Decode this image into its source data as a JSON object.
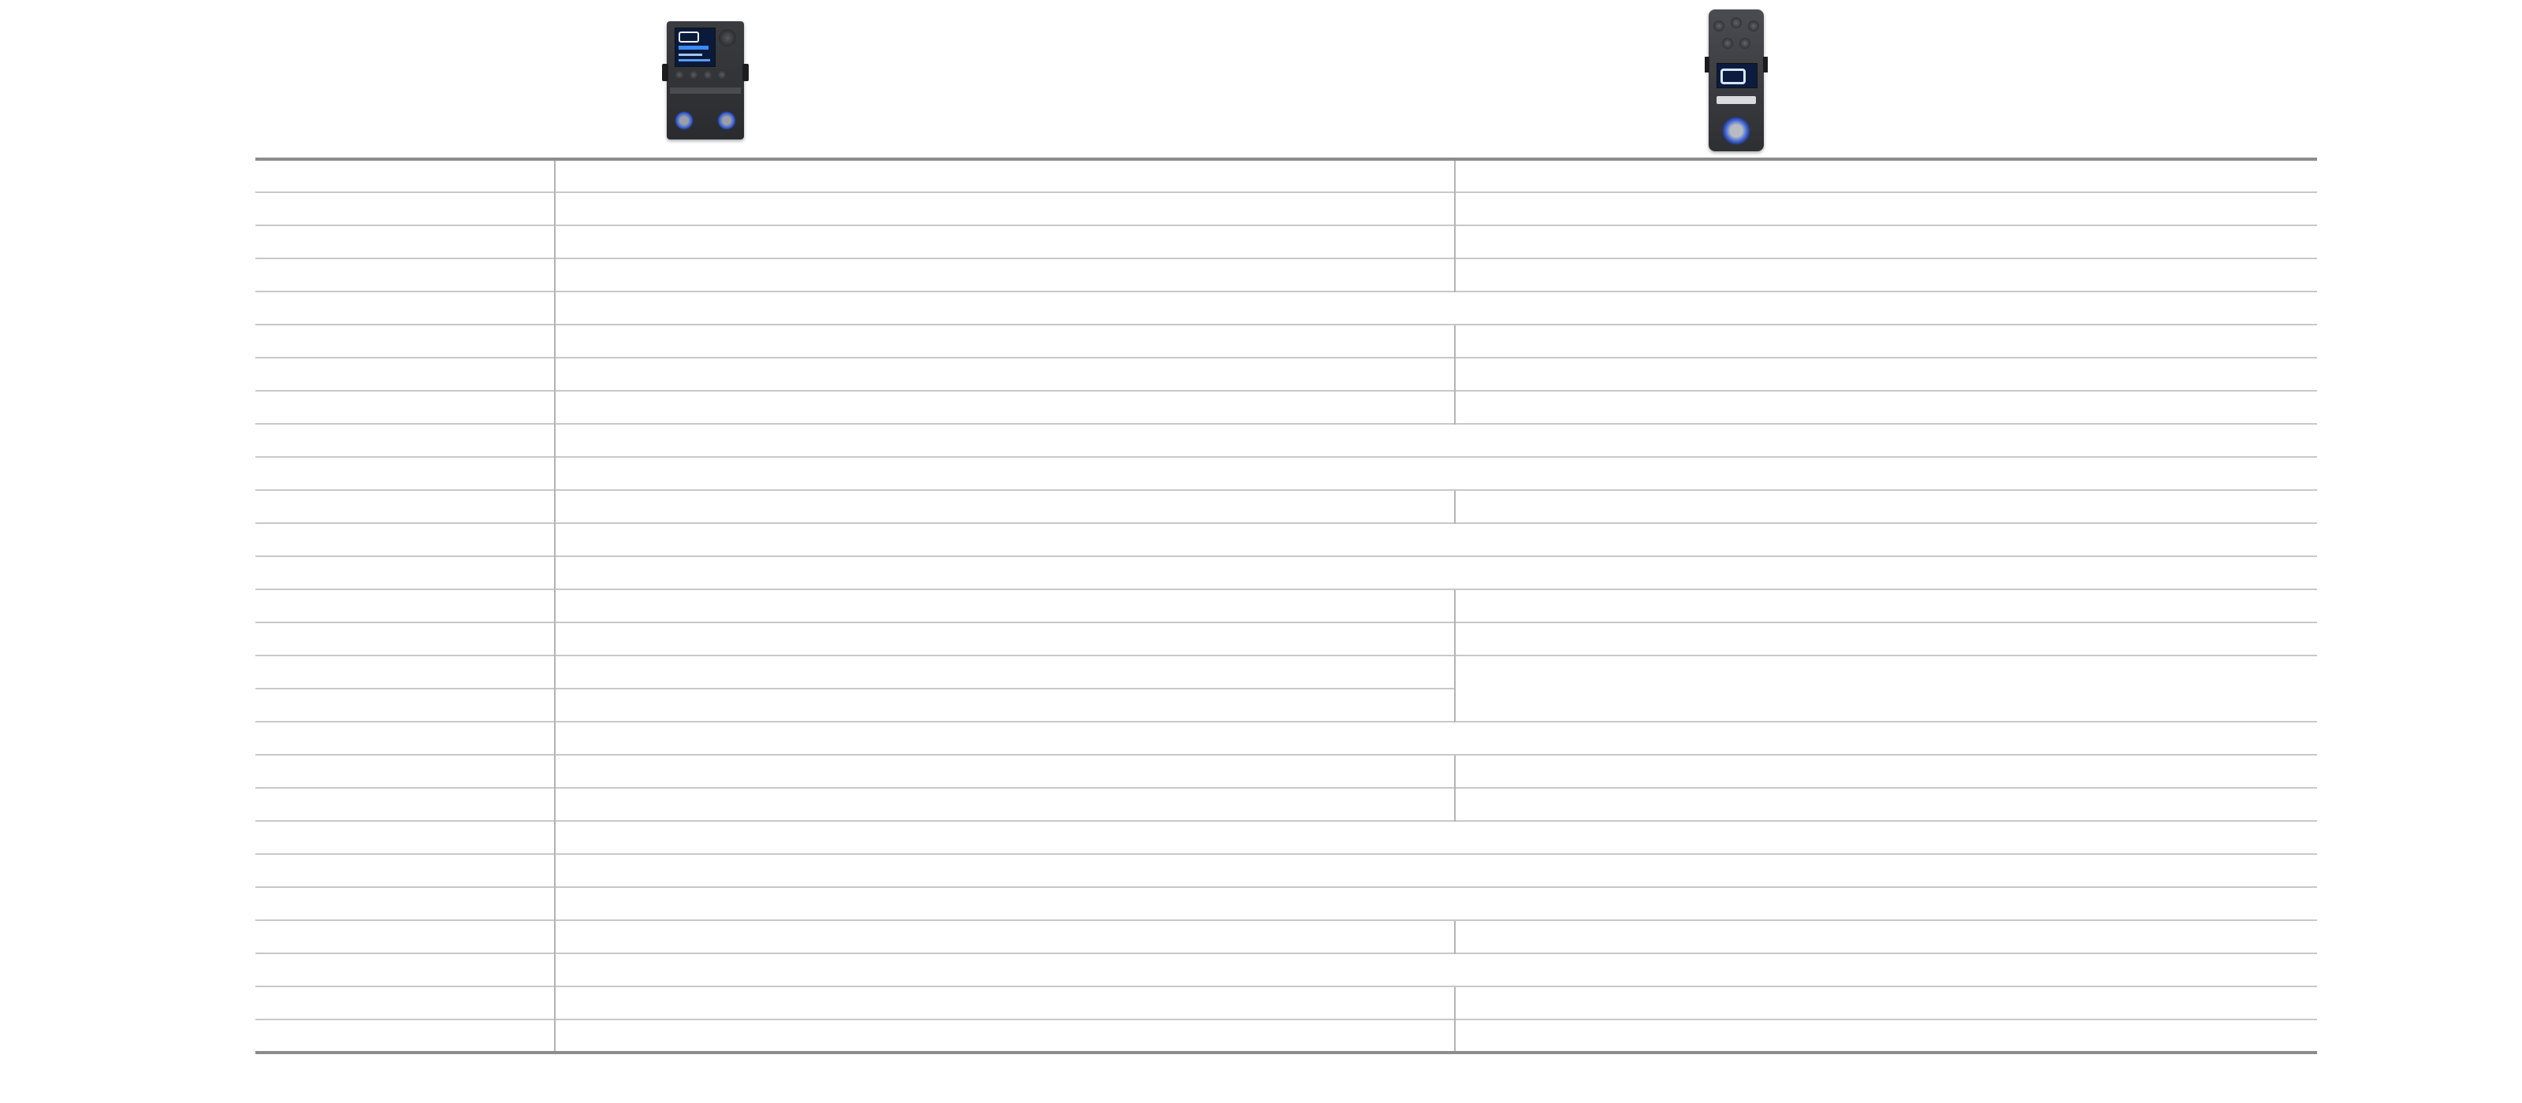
{
  "products": [
    {
      "icon": "pedal-stereo-icon",
      "name": ""
    },
    {
      "icon": "pedal-mini-icon",
      "name": ""
    }
  ],
  "spec_table": {
    "rows": [
      {
        "label": "",
        "type": "split",
        "a": "",
        "b": ""
      },
      {
        "label": "",
        "type": "split",
        "a": "",
        "b": ""
      },
      {
        "label": "",
        "type": "split",
        "a": "",
        "b": ""
      },
      {
        "label": "",
        "type": "split",
        "a": "",
        "b": ""
      },
      {
        "label": "",
        "type": "span",
        "value": ""
      },
      {
        "label": "",
        "type": "split",
        "a": "",
        "b": ""
      },
      {
        "label": "",
        "type": "split",
        "a": "",
        "b": ""
      },
      {
        "label": "",
        "type": "split",
        "a": "",
        "b": ""
      },
      {
        "label": "",
        "type": "span",
        "value": ""
      },
      {
        "label": "",
        "type": "span",
        "value": ""
      },
      {
        "label": "",
        "type": "split",
        "a": "",
        "b": ""
      },
      {
        "label": "",
        "type": "span",
        "value": ""
      },
      {
        "label": "",
        "type": "span",
        "value": ""
      },
      {
        "label": "",
        "type": "split",
        "a": "",
        "b": ""
      },
      {
        "label": "",
        "type": "split",
        "a": "",
        "b": ""
      },
      {
        "label": "",
        "type": "split-b-rowspan2",
        "a": "",
        "b": ""
      },
      {
        "label": "",
        "type": "a-only",
        "a": ""
      },
      {
        "label": "",
        "type": "span",
        "value": ""
      },
      {
        "label": "",
        "type": "split",
        "a": "",
        "b": ""
      },
      {
        "label": "",
        "type": "split",
        "a": "",
        "b": ""
      },
      {
        "label": "",
        "type": "span",
        "value": ""
      },
      {
        "label": "",
        "type": "span",
        "value": ""
      },
      {
        "label": "",
        "type": "span",
        "value": ""
      },
      {
        "label": "",
        "type": "split",
        "a": "",
        "b": ""
      },
      {
        "label": "",
        "type": "span",
        "value": ""
      },
      {
        "label": "",
        "type": "split",
        "a": "",
        "b": ""
      },
      {
        "label": "",
        "type": "split",
        "a": "",
        "b": ""
      }
    ]
  }
}
